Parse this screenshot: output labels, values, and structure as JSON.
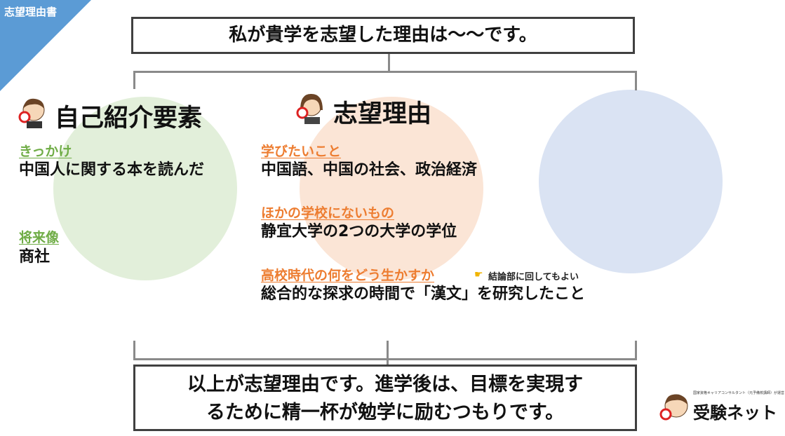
{
  "corner_label": "志望理由書",
  "title": "私が貴学を志望した理由は〜〜です。",
  "colors": {
    "corner": "#5b9bd5",
    "circle_green": "#e2efda",
    "circle_orange": "#fbe5d6",
    "circle_blue": "#dae3f3",
    "label_green": "#70ad47",
    "label_orange": "#ed7d31"
  },
  "left": {
    "heading": "自己紹介要素",
    "sections": [
      {
        "label": "きっかけ",
        "text": "中国人に関する本を読んだ"
      },
      {
        "label": "将来像",
        "text": "商社"
      }
    ]
  },
  "middle": {
    "heading": "志望理由",
    "sections": [
      {
        "label": "学びたいこと",
        "text": "中国語、中国の社会、政治経済"
      },
      {
        "label": "ほかの学校にないもの",
        "text": "静宜大学の2つの大学の学位"
      },
      {
        "label": "高校時代の何をどう生かすか",
        "note": "結論部に回してもよい",
        "text": "総合的な探求の時間で「漢文」を研究したこと"
      }
    ]
  },
  "conclusion": {
    "line1": "以上が志望理由です。進学後は、目標を実現す",
    "line2": "るために精一杯が勉学に励むつもりです。"
  },
  "logo": {
    "name": "受験ネット",
    "tagline": "国家資格キャリアコンサルタント（元予備校講師）が運営"
  }
}
